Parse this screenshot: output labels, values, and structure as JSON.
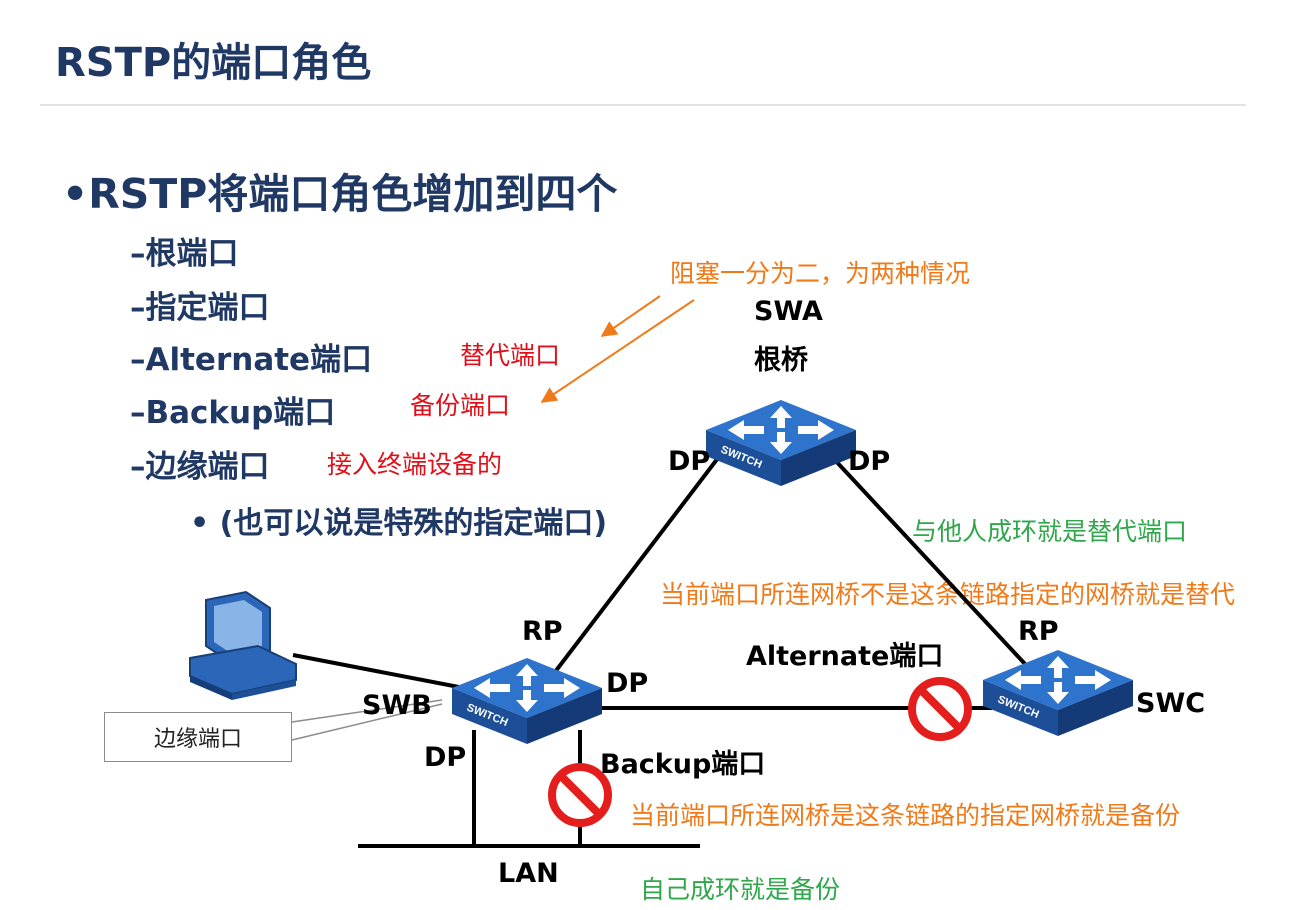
{
  "title": "RSTP的端口角色",
  "main_bullet": "•RSTP将端口角色增加到四个",
  "roles": [
    "–根端口",
    "–指定端口",
    "–Alternate端口",
    "–Backup端口",
    "–边缘端口"
  ],
  "edge_note": "• (也可以说是特殊的指定端口)",
  "annotations": {
    "blocking_split": "阻塞一分为二，为两种情况",
    "alternate_cn": "替代端口",
    "backup_cn": "备份端口",
    "edge_access": "接入终端设备的",
    "loop_others": "与他人成环就是替代端口",
    "alternate_rule": "当前端口所连网桥不是这条链路指定的网桥就是替代",
    "backup_rule": "当前端口所连网桥是这条链路的指定网桥就是备份",
    "loop_self": "自己成环就是备份",
    "edge_callout": "边缘端口"
  },
  "diagram": {
    "swa_name": "SWA",
    "swa_role": "根桥",
    "swb_name": "SWB",
    "swc_name": "SWC",
    "lan": "LAN",
    "switch_badge": "SWITCH",
    "ports": {
      "swa_left": "DP",
      "swa_right": "DP",
      "swb_rp": "RP",
      "swb_dp_right": "DP",
      "swb_dp_down": "DP",
      "swc_rp": "RP",
      "alternate": "Alternate端口",
      "backup": "Backup端口"
    }
  },
  "colors": {
    "heading": "#1f3864",
    "red_note": "#e0101a",
    "orange_note": "#f07a1a",
    "green_note": "#2ea84a",
    "switch_blue": "#1e5bb0",
    "block_red": "#e41d1d"
  }
}
